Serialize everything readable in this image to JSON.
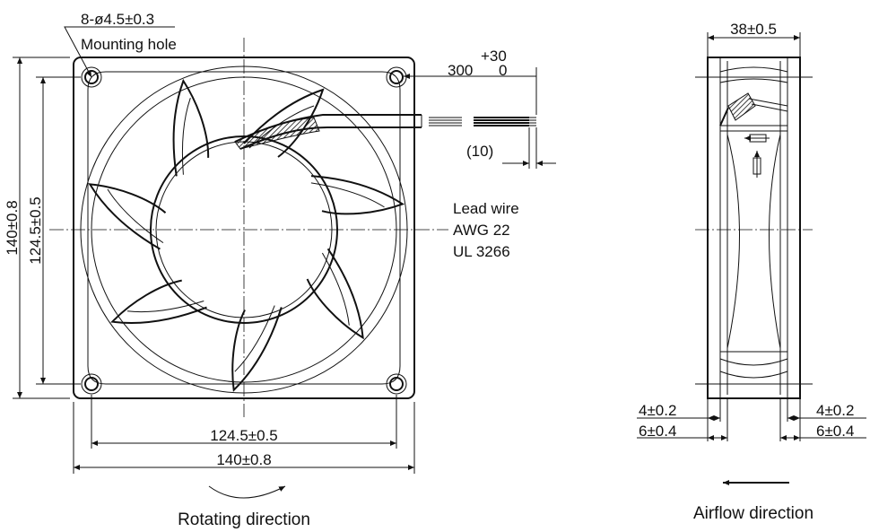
{
  "front_view": {
    "mounting_hole_spec": "8-ø4.5±0.3",
    "mounting_hole_label": "Mounting hole",
    "lead_length_tolerance_upper": "+30",
    "lead_length_nominal": "300",
    "lead_length_tolerance_lower": "0",
    "strip_length": "(10)",
    "lead_wire_title": "Lead wire",
    "lead_wire_gauge": "AWG 22",
    "lead_wire_standard": "UL 3266",
    "height_overall": "140±0.8",
    "height_hole_pitch": "124.5±0.5",
    "width_hole_pitch": "124.5±0.5",
    "width_overall": "140±0.8",
    "rotating_direction_label": "Rotating direction"
  },
  "side_view": {
    "depth": "38±0.5",
    "left_inner_flange": "4±0.2",
    "left_outer_flange": "6±0.4",
    "right_inner_flange": "4±0.2",
    "right_outer_flange": "6±0.4",
    "airflow_direction_label": "Airflow direction"
  }
}
